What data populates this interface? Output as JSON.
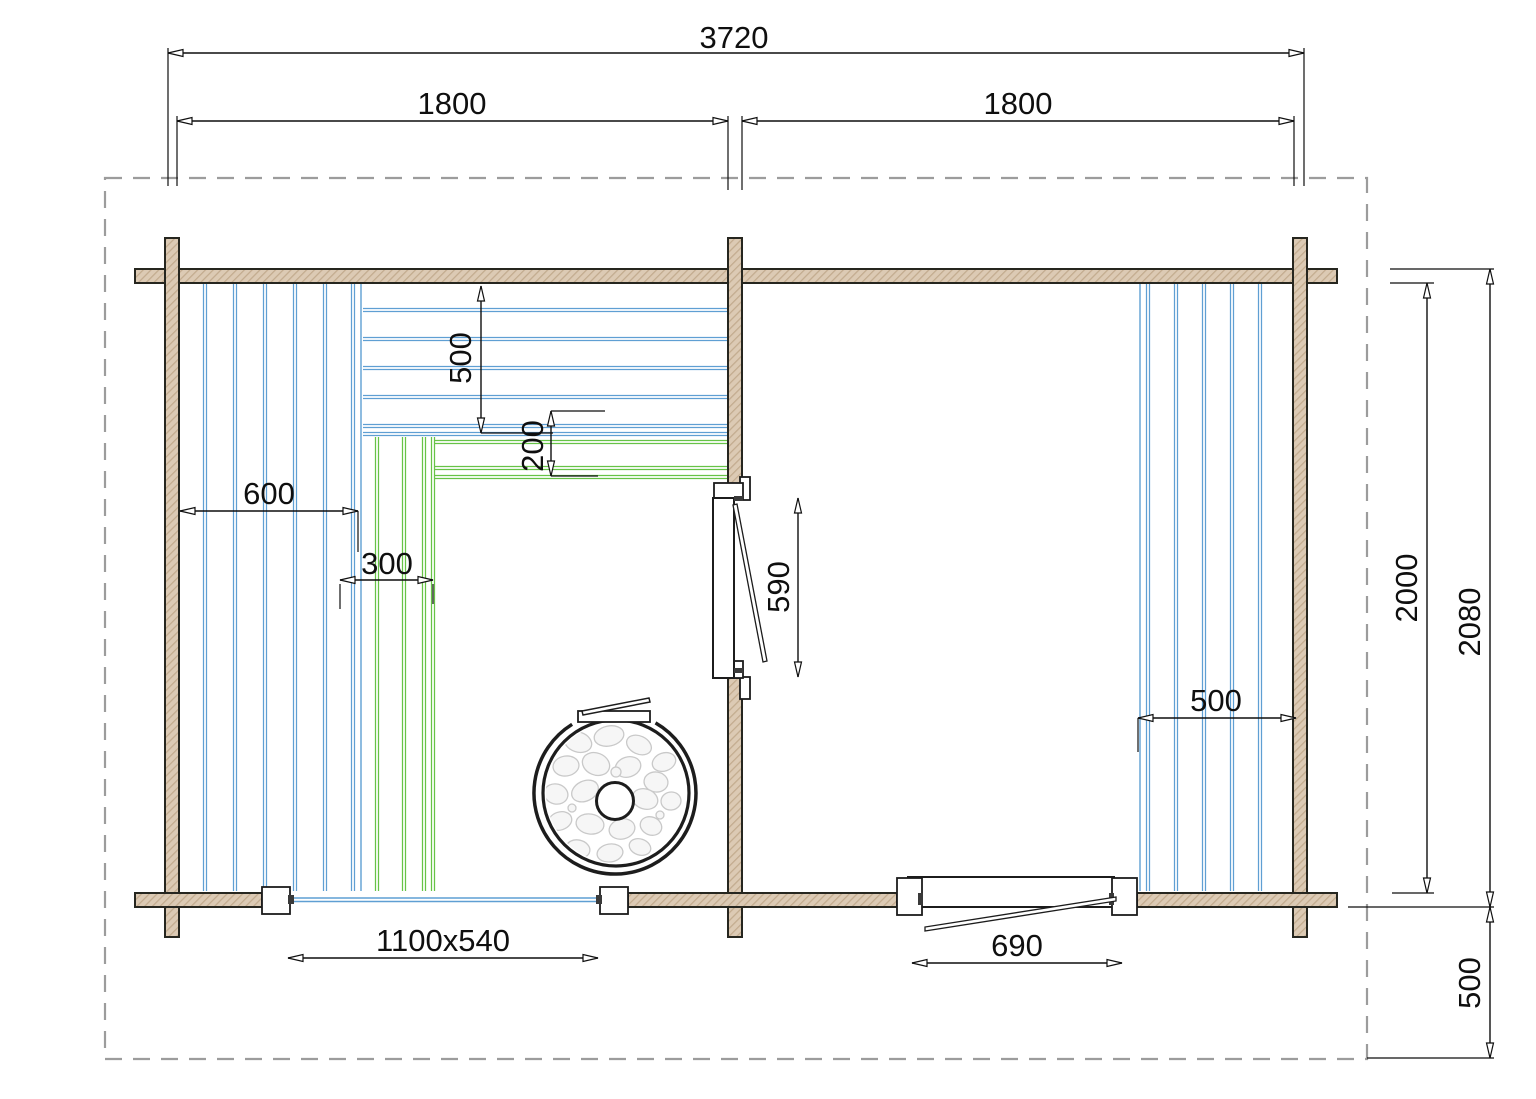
{
  "plan": {
    "type": "sauna-cabin-floor-plan",
    "labels": {
      "overall_width": "3720",
      "left_room_width": "1800",
      "right_room_width": "1800",
      "upper_bench_depth": "500",
      "bench_step_depth": "200",
      "side_bench_width": "600",
      "step_width": "300",
      "inner_door_width": "590",
      "right_bench_width": "500",
      "window_size": "1100x540",
      "entry_door_width": "690",
      "interior_depth": "2000",
      "overall_depth": "2080",
      "terrace_depth": "500"
    },
    "colors": {
      "wall_fill": "#dccab4",
      "wall_hatch": "#c2ab8e",
      "wall_outline": "#26261f",
      "bench_blue": "#5f9fd3",
      "bench_green": "#67c347",
      "dimension_ink": "#0f0f0f",
      "boundary_dash": "#9c9c9c",
      "stone_outline": "#c9c9c9",
      "stone_fill": "#f6f6f6"
    }
  }
}
